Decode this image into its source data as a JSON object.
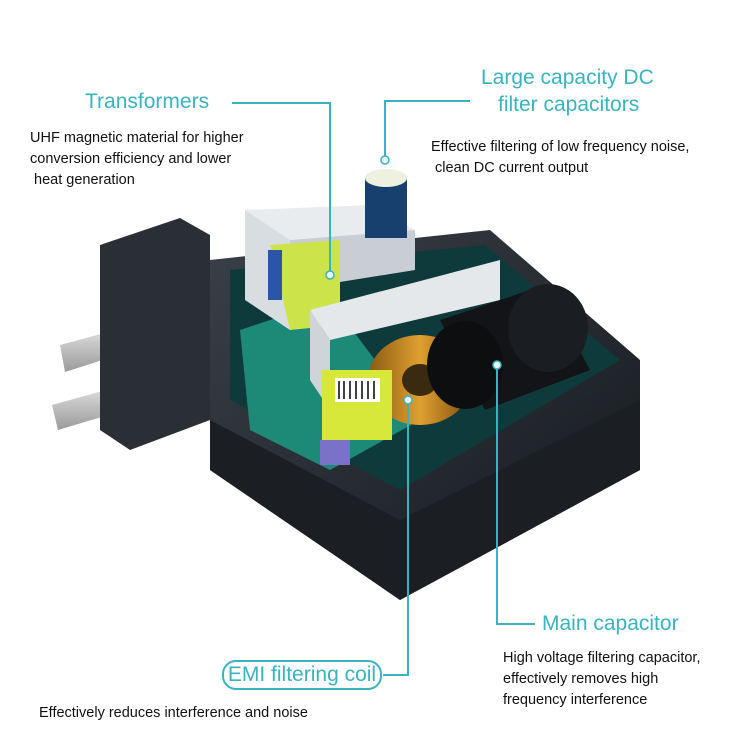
{
  "colors": {
    "accent": "#3ab3c0",
    "text": "#111111",
    "housing": "#23282e"
  },
  "callouts": {
    "transformers": {
      "title": "Transformers",
      "description": "UHF magnetic material for higher\nconversion efficiency and lower\n heat generation"
    },
    "dc_capacitors": {
      "title_line1": "Large capacity DC",
      "title_line2": "filter capacitors",
      "description": "Effective filtering of low frequency noise,\n clean DC current output"
    },
    "main_capacitor": {
      "title": "Main capacitor",
      "description": "High voltage filtering capacitor,\neffectively removes high\nfrequency interference"
    },
    "emi_coil": {
      "title": "EMI filtering coil",
      "description": "Effectively reduces interference and noise"
    }
  }
}
